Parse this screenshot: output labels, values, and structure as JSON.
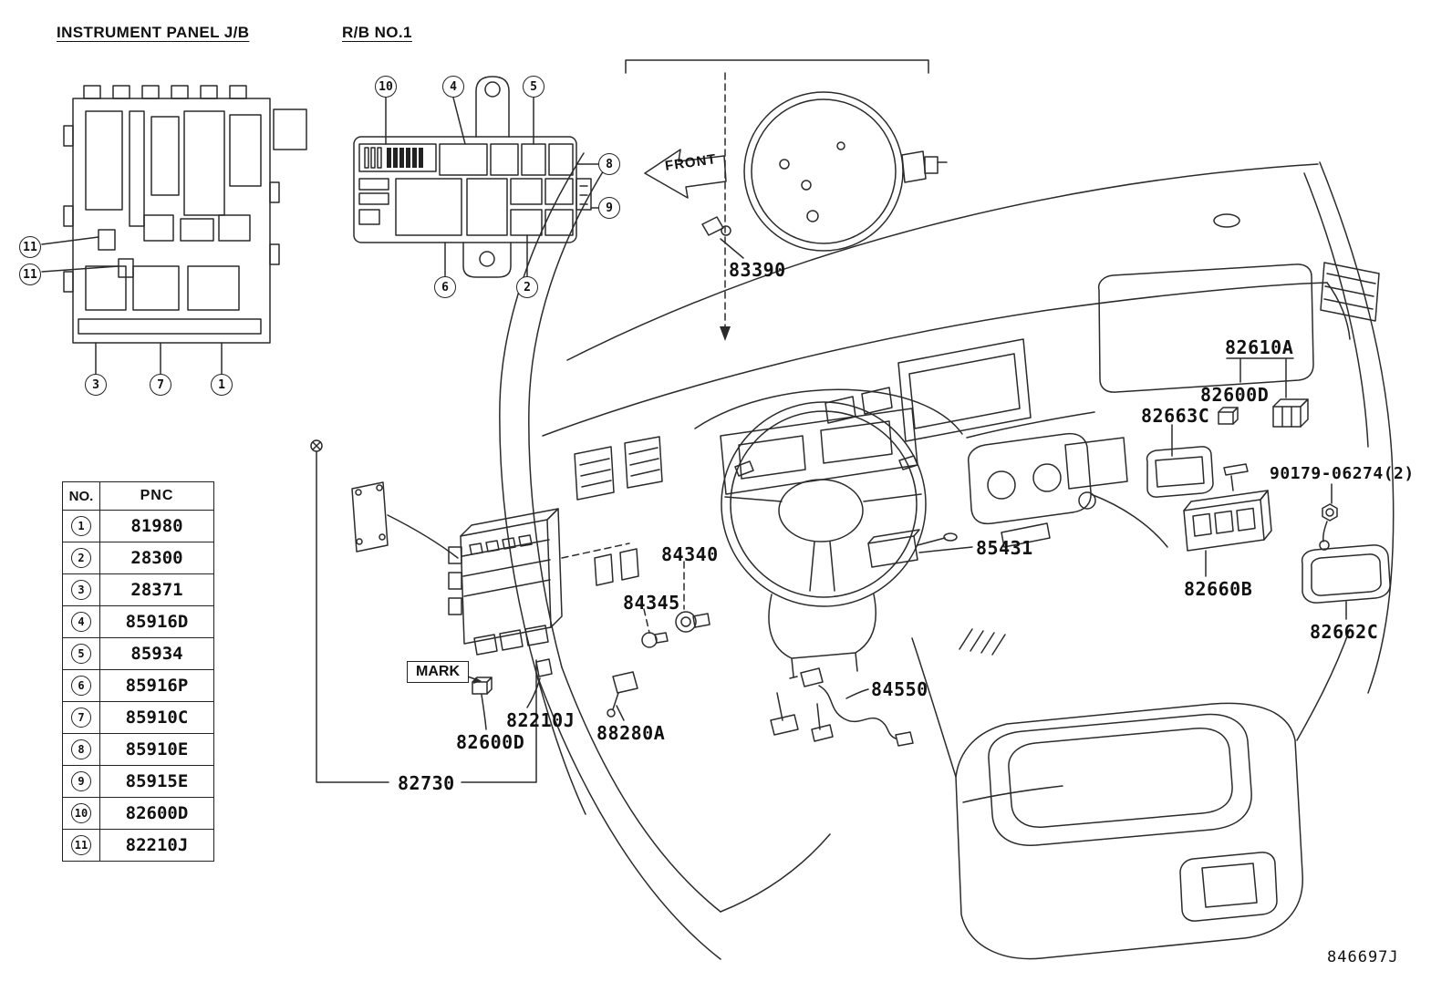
{
  "meta": {
    "diagram_code": "846697J"
  },
  "labels": {
    "front": "FRONT",
    "mark": "MARK"
  },
  "sections": {
    "instrument_panel_jb": {
      "title": "INSTRUMENT PANEL J/B",
      "callouts": [
        "11",
        "11",
        "3",
        "7",
        "1"
      ]
    },
    "rb_no1": {
      "title": "R/B NO.1",
      "callouts": [
        "10",
        "4",
        "5",
        "8",
        "9",
        "6",
        "2"
      ]
    }
  },
  "parts_table": {
    "col_no": "NO.",
    "col_pnc": "PNC",
    "rows": [
      {
        "no": "1",
        "pnc": "81980"
      },
      {
        "no": "2",
        "pnc": "28300"
      },
      {
        "no": "3",
        "pnc": "28371"
      },
      {
        "no": "4",
        "pnc": "85916D"
      },
      {
        "no": "5",
        "pnc": "85934"
      },
      {
        "no": "6",
        "pnc": "85916P"
      },
      {
        "no": "7",
        "pnc": "85910C"
      },
      {
        "no": "8",
        "pnc": "85910E"
      },
      {
        "no": "9",
        "pnc": "85915E"
      },
      {
        "no": "10",
        "pnc": "82600D"
      },
      {
        "no": "11",
        "pnc": "82210J"
      }
    ]
  },
  "part_labels": {
    "booster_switch": "83390",
    "relay_box_right": "82610A",
    "relay_right": "82600D",
    "bezel_right": "82663C",
    "nut_right": "90179-06274(2)",
    "column_switch": "85431",
    "switch_panel": "82660B",
    "sensor_lens": "82662C",
    "key_switch_upper": "84340",
    "key_switch_lower": "84345",
    "stop_lamp_switch": "84550",
    "ignition_switch": "88280A",
    "clip_left": "82210J",
    "relay_left": "82600D",
    "junction_block": "82730"
  }
}
